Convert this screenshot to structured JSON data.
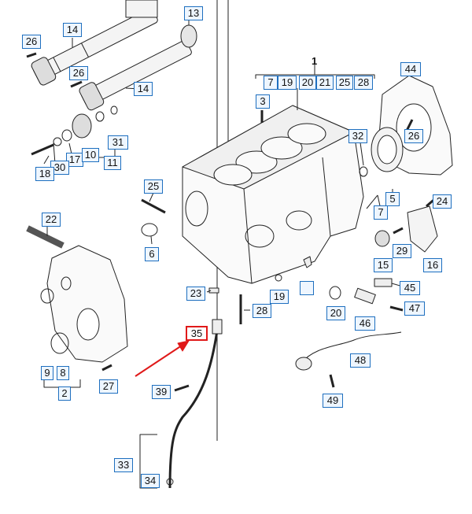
{
  "assembly_number": "1",
  "assembly_refs": [
    "7",
    "19",
    "20",
    "21",
    "25",
    "28"
  ],
  "callouts": {
    "c2": "2",
    "c3": "3",
    "c5": "5",
    "c6": "6",
    "c7": "7",
    "c8": "8",
    "c9": "9",
    "c10": "10",
    "c11": "11",
    "c13": "13",
    "c14a": "14",
    "c14b": "14",
    "c15": "15",
    "c16": "16",
    "c17": "17",
    "c18": "18",
    "c19": "19",
    "c20": "20",
    "c22": "22",
    "c23": "23",
    "c24": "24",
    "c25": "25",
    "c26a": "26",
    "c26b": "26",
    "c26c": "26",
    "c27": "27",
    "c28": "28",
    "c29": "29",
    "c30": "30",
    "c31": "31",
    "c32": "32",
    "c33": "33",
    "c34": "34",
    "c35": "35",
    "c39": "39",
    "c44": "44",
    "c45": "45",
    "c46": "46",
    "c47": "47",
    "c48": "48",
    "c49": "49"
  },
  "highlight": {
    "part": "35",
    "color": "#e01919"
  },
  "colors": {
    "callout_border": "#1e6fbf",
    "callout_fill": "#eef6ff",
    "line_art": "#222222"
  }
}
